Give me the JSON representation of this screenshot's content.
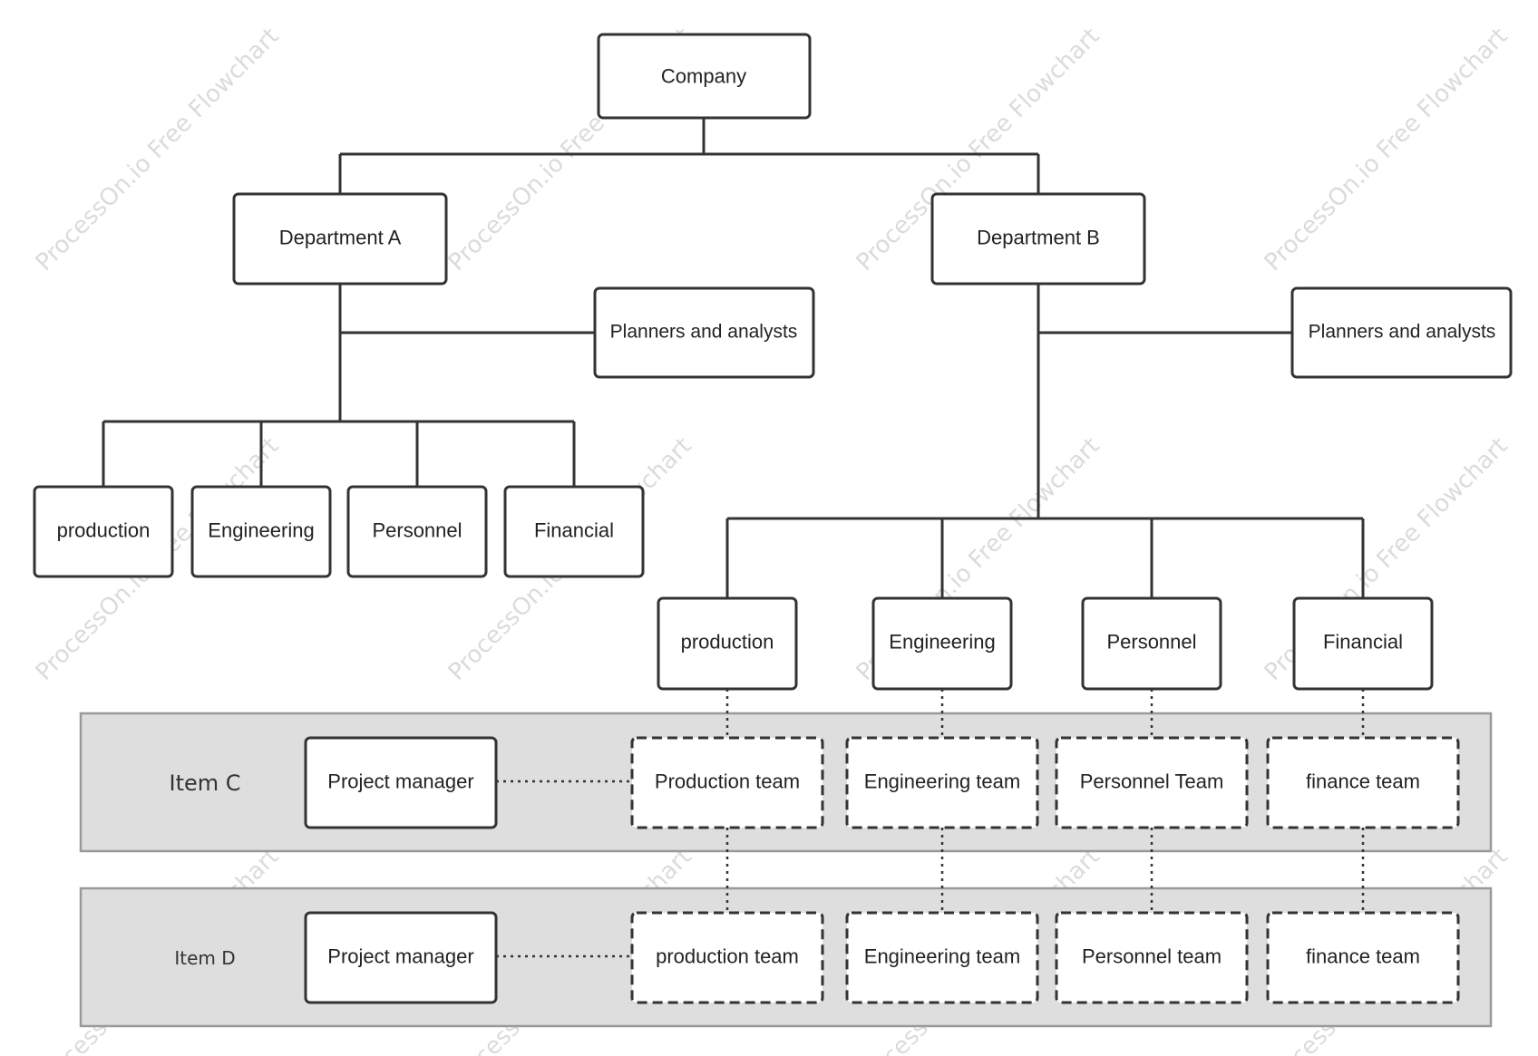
{
  "watermark": "ProcessOn.io Free Flowchart",
  "colors": {
    "line": "#333333",
    "box_fill": "#ffffff",
    "band_fill": "#dedede",
    "band_stroke": "#999999",
    "text": "#222222"
  },
  "org": {
    "company": "Company",
    "department_a": {
      "label": "Department A",
      "staff": "Planners and analysts",
      "units": [
        "production",
        "Engineering",
        "Personnel",
        "Financial"
      ]
    },
    "department_b": {
      "label": "Department B",
      "staff": "Planners and analysts",
      "units": [
        "production",
        "Engineering",
        "Personnel",
        "Financial"
      ]
    }
  },
  "items": [
    {
      "label": "Item C",
      "manager": "Project manager",
      "teams": [
        "Production team",
        "Engineering team",
        "Personnel Team",
        "finance team"
      ]
    },
    {
      "label": "Item D",
      "manager": "Project manager",
      "teams": [
        "production team",
        "Engineering team",
        "Personnel team",
        "finance team"
      ]
    }
  ]
}
